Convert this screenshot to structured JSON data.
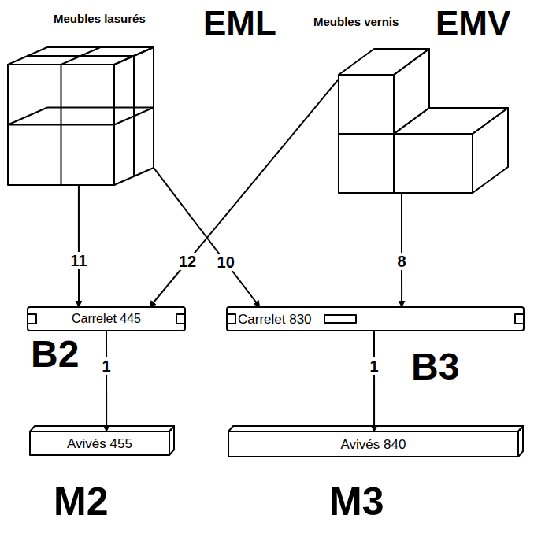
{
  "diagram": {
    "nodes": [
      {
        "text": [
          "Meubles lasurés",
          "EML"
        ]
      },
      {
        "text": [
          "Meubles vernis",
          "EMV"
        ]
      },
      {
        "text": [
          "Carrelet 445",
          "B2"
        ]
      },
      {
        "text": [
          "Carrelet 830",
          "B3"
        ]
      },
      {
        "text": [
          "Avivés 455",
          "M2"
        ]
      },
      {
        "text": [
          "Avivés 840",
          "M3"
        ]
      }
    ],
    "edges": [
      {
        "from": 0,
        "to": 2,
        "arrow": "to",
        "label": "11"
      },
      {
        "from": 1,
        "to": 2,
        "arrow": "to",
        "label": "12"
      },
      {
        "from": 0,
        "to": 3,
        "arrow": "to",
        "label": "10"
      },
      {
        "from": 1,
        "to": 3,
        "arrow": "to",
        "label": "8"
      },
      {
        "from": 2,
        "to": 4,
        "arrow": "to",
        "label": "1"
      },
      {
        "from": 3,
        "to": 5,
        "arrow": "to",
        "label": "1"
      }
    ]
  }
}
